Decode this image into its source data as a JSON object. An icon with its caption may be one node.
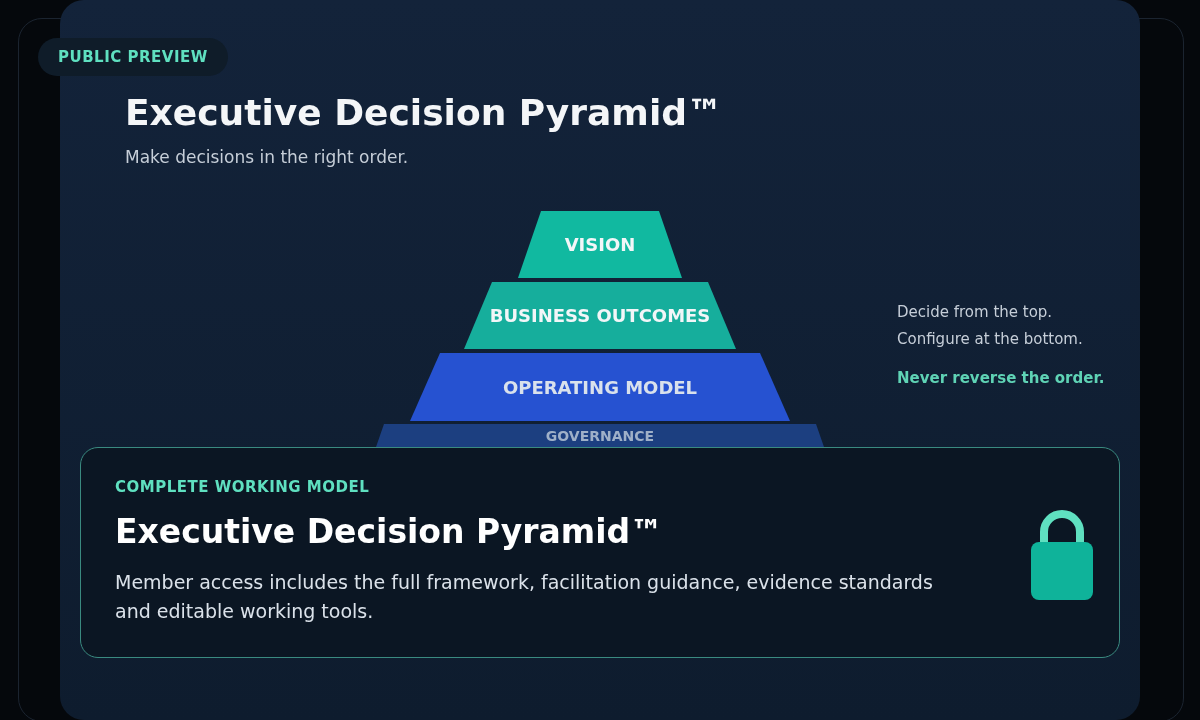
{
  "diagram": {
    "title": "Executive Decision Pyramid™",
    "nodes": [
      {
        "text": [
          "VISION"
        ]
      },
      {
        "text": [
          "BUSINESS OUTCOMES"
        ]
      },
      {
        "text": [
          "OPERATING MODEL"
        ]
      },
      {
        "text": [
          "GOVERNANCE"
        ]
      },
      {
        "text": [
          "COMPLETE WORKING MODEL",
          "Executive Decision Pyramid™",
          "Member access includes the full framework, facilitation guidance, evidence standards and editable working tools."
        ]
      }
    ],
    "edges": [],
    "labels": [
      "PUBLIC PREVIEW",
      "Make decisions in the right order.",
      "Decide from the top.",
      "Configure at the bottom.",
      "Never reverse the order."
    ]
  }
}
